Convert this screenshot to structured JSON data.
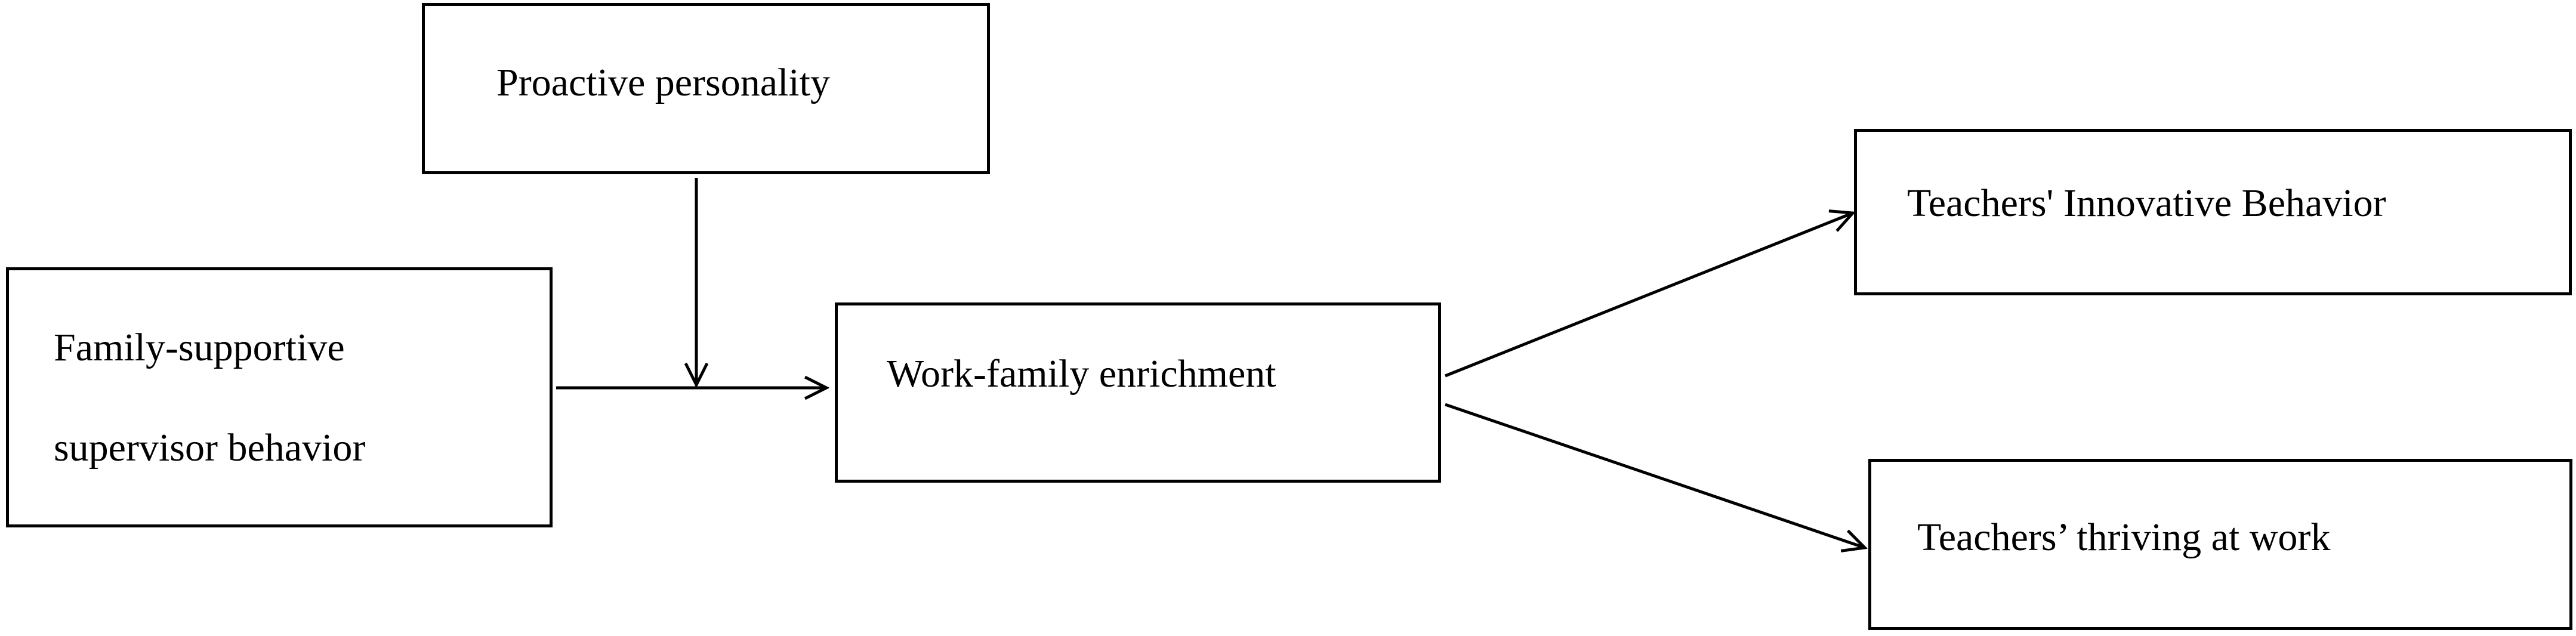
{
  "diagram": {
    "nodes": {
      "proactive_personality": "Proactive personality",
      "family_supportive_line1": "Family-supportive",
      "family_supportive_line2": "supervisor behavior",
      "work_family_enrichment": "Work-family enrichment",
      "innovative_behavior": "Teachers' Innovative Behavior",
      "thriving_at_work": "Teachers’ thriving at work"
    },
    "edges": [
      {
        "from": "Family-supportive supervisor behavior",
        "to": "Work-family enrichment"
      },
      {
        "from": "Proactive personality",
        "to": "Family-supportive supervisor behavior → Work-family enrichment path"
      },
      {
        "from": "Work-family enrichment",
        "to": "Teachers' Innovative Behavior"
      },
      {
        "from": "Work-family enrichment",
        "to": "Teachers’ thriving at work"
      }
    ],
    "colors": {
      "stroke": "#000000",
      "background": "#ffffff"
    }
  }
}
